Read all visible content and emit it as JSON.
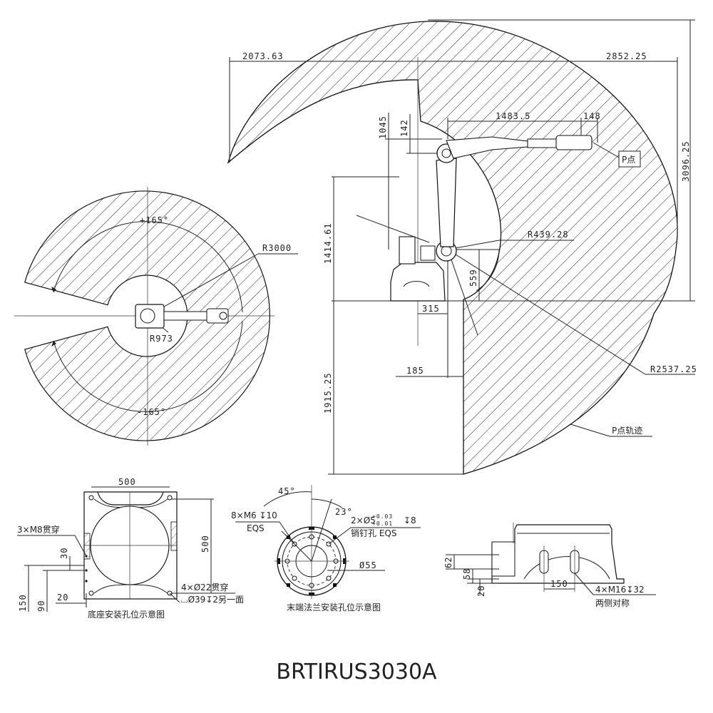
{
  "title": "BRTIRUS3030A",
  "top_view": {
    "angle_pos": "+165°",
    "angle_neg": "-165°",
    "outer_radius": "R3000",
    "inner_radius": "R973"
  },
  "side_view": {
    "dim_left": "2073.63",
    "dim_right": "2852.25",
    "dim_height_total": "3096.25",
    "dim_upper_height": "1414.61",
    "dim_lower_height": "1915.25",
    "dim_1045": "1045",
    "dim_142": "142",
    "dim_1483": "1483.5",
    "dim_148": "148",
    "dim_r439": "R439.28",
    "dim_559": "559",
    "dim_315": "315",
    "dim_185": "185",
    "dim_r2537": "R2537.25",
    "label_p_point": "P点",
    "label_p_trajectory": "P点轨迹"
  },
  "base_view": {
    "dim_500_w": "500",
    "dim_500_h": "500",
    "label_m8": "3×M8贯穿",
    "dim_30": "30",
    "dim_150": "150",
    "dim_90": "90",
    "dim_20": "20",
    "label_holes": "4×Ø22贯穿",
    "label_counterbore": "⌴Ø39↧2另一面",
    "caption": "底座安装孔位示意图"
  },
  "flange_view": {
    "angle_45": "45°",
    "angle_23": "23°",
    "label_m6": "8×M6 ↧10",
    "label_m6_eqs": "EQS",
    "label_pin": "2×Ø5",
    "label_pin_tol_upper": "+0.03",
    "label_pin_tol_lower": "+0.01",
    "label_pin_depth": "↧8",
    "label_pin_hole": "销钉孔  EQS",
    "dim_55": "Ø55",
    "caption": "末端法兰安装孔位示意图"
  },
  "side_base_view": {
    "dim_62": "62",
    "dim_58": "58",
    "dim_20": "20",
    "dim_150": "150",
    "label_m16": "4×M16↧32",
    "label_symmetric": "两侧对称"
  }
}
